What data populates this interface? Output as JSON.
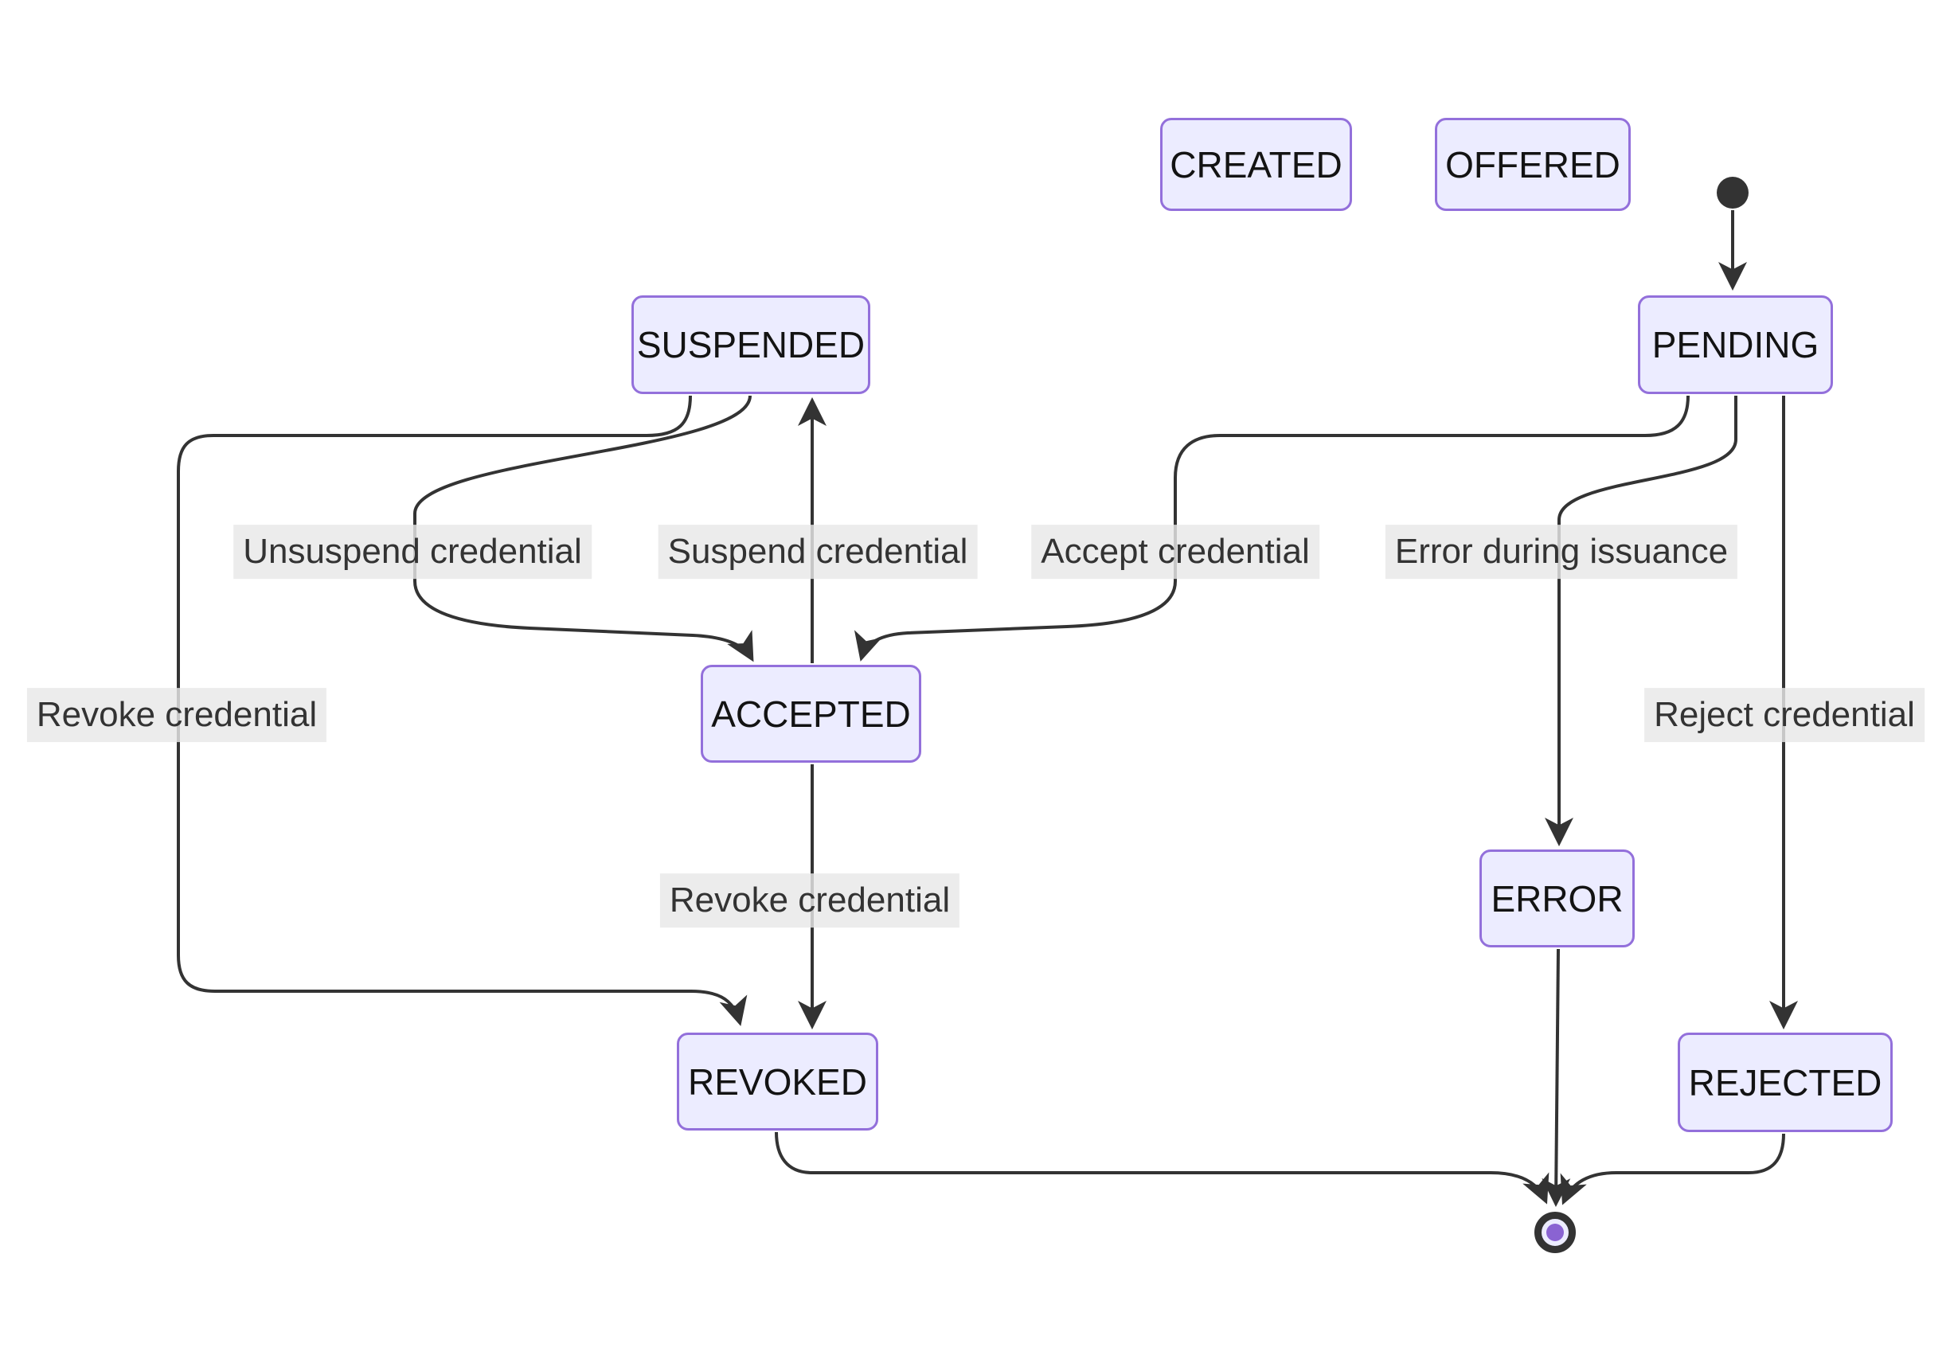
{
  "diagram": {
    "kind": "state-diagram",
    "colors": {
      "node_fill": "#ECECFF",
      "node_border": "#9370DB",
      "node_text": "#131313",
      "edge_stroke": "#333333",
      "edge_label_bg": "#e8e8e8",
      "edge_label_text": "#333333",
      "initial_dot": "#333333",
      "final_core": "#8a63d2"
    },
    "states": {
      "created": {
        "label": "CREATED"
      },
      "offered": {
        "label": "OFFERED"
      },
      "pending": {
        "label": "PENDING"
      },
      "suspended": {
        "label": "SUSPENDED"
      },
      "accepted": {
        "label": "ACCEPTED"
      },
      "error": {
        "label": "ERROR"
      },
      "revoked": {
        "label": "REVOKED"
      },
      "rejected": {
        "label": "REJECTED"
      }
    },
    "transitions": {
      "start_pending": {
        "from": "initial",
        "to": "PENDING",
        "label": ""
      },
      "pending_accepted": {
        "from": "PENDING",
        "to": "ACCEPTED",
        "label": "Accept credential"
      },
      "pending_error": {
        "from": "PENDING",
        "to": "ERROR",
        "label": "Error during issuance"
      },
      "pending_rejected": {
        "from": "PENDING",
        "to": "REJECTED",
        "label": "Reject credential"
      },
      "suspended_accepted": {
        "from": "SUSPENDED",
        "to": "ACCEPTED",
        "label": "Unsuspend credential"
      },
      "accepted_suspended": {
        "from": "ACCEPTED",
        "to": "SUSPENDED",
        "label": "Suspend credential"
      },
      "accepted_revoked": {
        "from": "ACCEPTED",
        "to": "REVOKED",
        "label": "Revoke credential"
      },
      "suspended_revoked": {
        "from": "SUSPENDED",
        "to": "REVOKED",
        "label": "Revoke credential"
      },
      "error_final": {
        "from": "ERROR",
        "to": "final",
        "label": ""
      },
      "revoked_final": {
        "from": "REVOKED",
        "to": "final",
        "label": ""
      },
      "rejected_final": {
        "from": "REJECTED",
        "to": "final",
        "label": ""
      }
    }
  }
}
